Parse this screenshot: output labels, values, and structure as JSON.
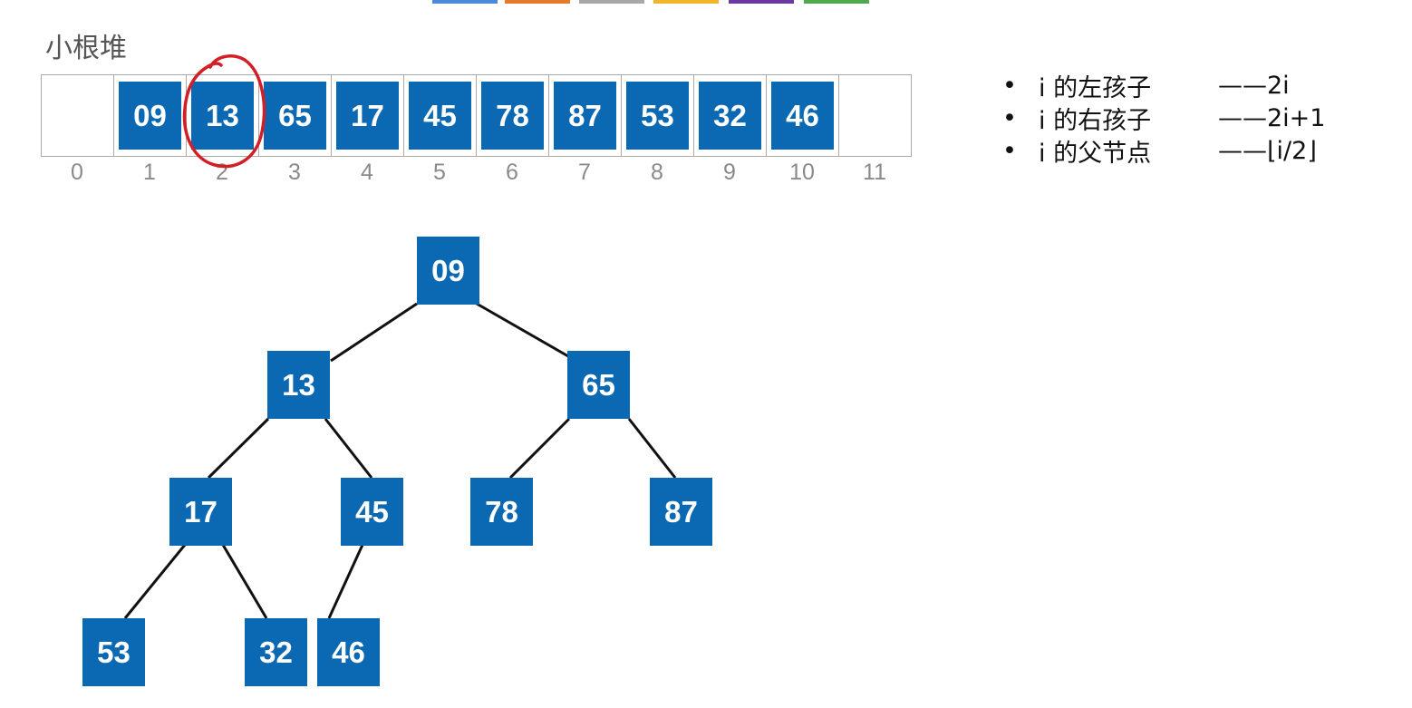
{
  "toolbar": {
    "color_tabs": [
      {
        "name": "blue",
        "color": "#4a8ad6"
      },
      {
        "name": "orange",
        "color": "#e8782b"
      },
      {
        "name": "gray",
        "color": "#a8a8a8"
      },
      {
        "name": "yellow",
        "color": "#f1b52c"
      },
      {
        "name": "purple",
        "color": "#6b3aa0"
      },
      {
        "name": "green",
        "color": "#4ea84e"
      }
    ]
  },
  "title": "小根堆",
  "array": {
    "cells": [
      "",
      "09",
      "13",
      "65",
      "17",
      "45",
      "78",
      "87",
      "53",
      "32",
      "46",
      ""
    ],
    "indices": [
      "0",
      "1",
      "2",
      "3",
      "4",
      "5",
      "6",
      "7",
      "8",
      "9",
      "10",
      "11"
    ],
    "annotation": {
      "type": "circle",
      "color": "#d21f26",
      "target_index": "2"
    }
  },
  "formulas": [
    {
      "bullet": "•",
      "term": "i 的左孩子",
      "expr": "——2i"
    },
    {
      "bullet": "•",
      "term": "i 的右孩子",
      "expr": "——2i+1"
    },
    {
      "bullet": "•",
      "term": "i 的父节点",
      "expr": "——⌊i/2⌋"
    }
  ],
  "heap_tree": {
    "node_color": "#0b68b3",
    "nodes": [
      "09",
      "13",
      "65",
      "17",
      "45",
      "78",
      "87",
      "53",
      "32",
      "46"
    ],
    "edges": [
      [
        "09",
        "13"
      ],
      [
        "09",
        "65"
      ],
      [
        "13",
        "17"
      ],
      [
        "13",
        "45"
      ],
      [
        "65",
        "78"
      ],
      [
        "65",
        "87"
      ],
      [
        "17",
        "53"
      ],
      [
        "17",
        "32"
      ],
      [
        "45",
        "46"
      ]
    ]
  }
}
